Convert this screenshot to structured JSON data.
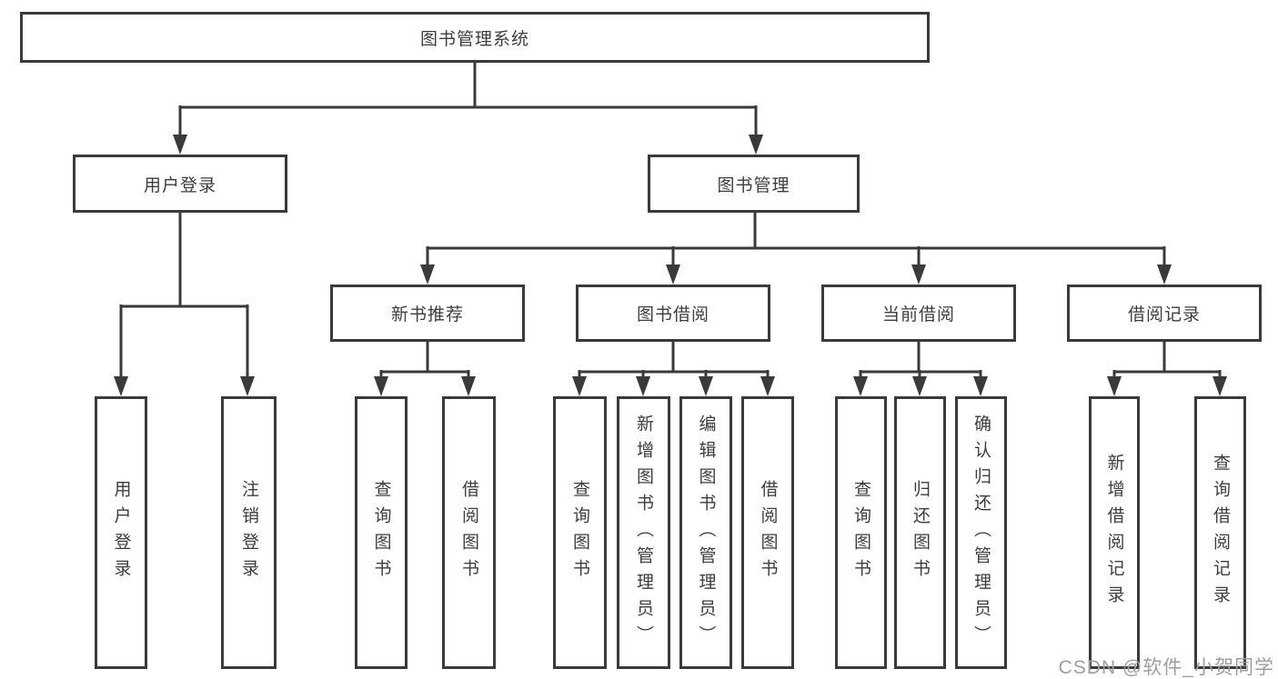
{
  "diagram": {
    "root": {
      "label": "图书管理系统"
    },
    "level2": [
      {
        "label": "用户登录"
      },
      {
        "label": "图书管理"
      }
    ],
    "level3": [
      {
        "label": "新书推荐"
      },
      {
        "label": "图书借阅"
      },
      {
        "label": "当前借阅"
      },
      {
        "label": "借阅记录"
      }
    ],
    "leaves": {
      "user_login": [
        "用户登录",
        "注销登录"
      ],
      "new_book": [
        "查询图书",
        "借阅图书"
      ],
      "book_borrow": [
        "查询图书",
        "新增图书（管理员）",
        "编辑图书（管理员）",
        "借阅图书"
      ],
      "current_borrow": [
        "查询图书",
        "归还图书",
        "确认归还（管理员）"
      ],
      "borrow_records": [
        "新增借阅记录",
        "查询借阅记录"
      ]
    }
  },
  "watermark": {
    "text": "CSDN @软件_小贺同学",
    "color": "#9e9e9e"
  },
  "colors": {
    "line": "#3a3a3a",
    "border": "#3a3a3a",
    "text": "#3d3d3d",
    "background": "#ffffff"
  }
}
